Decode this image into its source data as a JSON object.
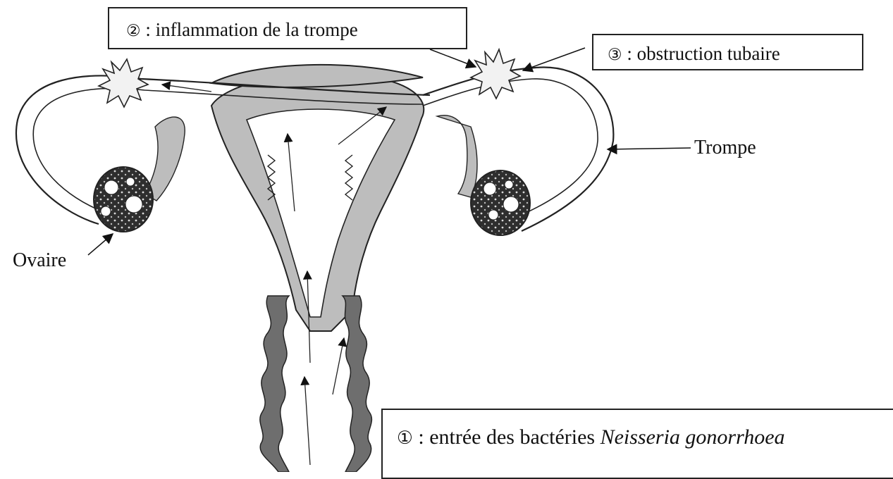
{
  "labels": {
    "step2_number": "②",
    "step2_text": " : inflammation de la trompe",
    "step3_number": "③",
    "step3_text": " : obstruction tubaire",
    "step1_number": "①",
    "step1_text": " : entrée des bactéries ",
    "step1_species": "Neisseria gonorrhoea",
    "ovaire": "Ovaire",
    "trompe": "Trompe"
  },
  "colors": {
    "outline": "#222222",
    "tissue": "#bdbdbd",
    "vaginal_wall": "#6e6e6e",
    "ovary": "#3a3a3a"
  }
}
